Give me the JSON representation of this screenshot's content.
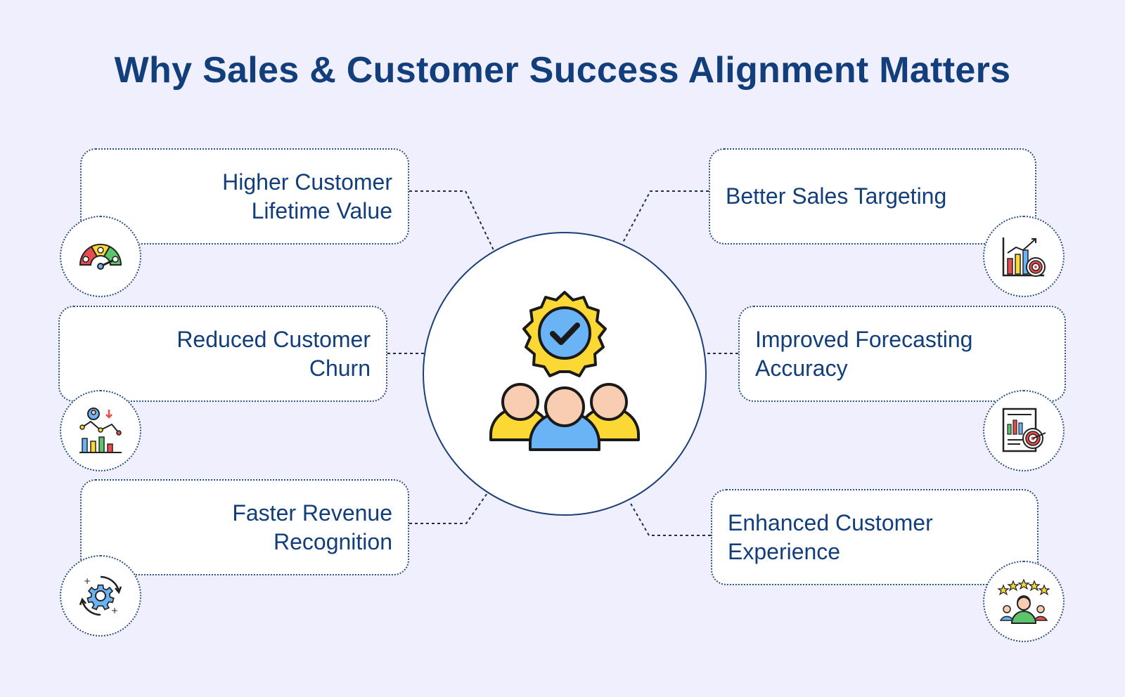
{
  "title": "Why Sales & Customer Success Alignment Matters",
  "colors": {
    "background": "#efeffd",
    "heading": "#123e7c",
    "border": "#2a4f82",
    "accent_yellow": "#fbd834",
    "accent_blue": "#6ab4f5",
    "skin": "#f9cdb2"
  },
  "center": {
    "icon": "team-success-badge-icon"
  },
  "benefits": {
    "left": [
      {
        "label": "Higher Customer\nLifetime Value",
        "icon": "satisfaction-gauge-icon"
      },
      {
        "label": "Reduced Customer\nChurn",
        "icon": "churn-analytics-icon"
      },
      {
        "label": "Faster Revenue\nRecognition",
        "icon": "cycle-gear-icon"
      }
    ],
    "right": [
      {
        "label": "Better Sales Targeting",
        "icon": "target-chart-icon"
      },
      {
        "label": "Improved Forecasting\nAccuracy",
        "icon": "report-target-icon"
      },
      {
        "label": "Enhanced Customer\nExperience",
        "icon": "five-star-customer-icon"
      }
    ]
  }
}
